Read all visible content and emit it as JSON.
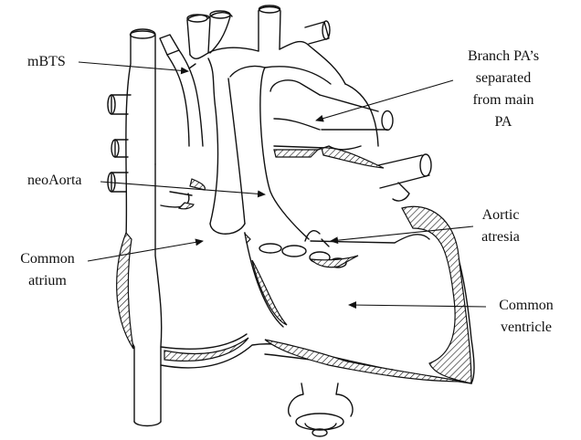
{
  "labels": {
    "mbts": "mBTS",
    "branch_pa": [
      "Branch PA’s",
      "separated",
      "from main",
      "PA"
    ],
    "neoaorta": "neoAorta",
    "aortic_atresia": [
      "Aortic",
      "atresia"
    ],
    "common_atrium": [
      "Common",
      "atrium"
    ],
    "common_ventricle": [
      "Common",
      "ventricle"
    ]
  },
  "colors": {
    "line": "#111111",
    "background": "#ffffff"
  }
}
